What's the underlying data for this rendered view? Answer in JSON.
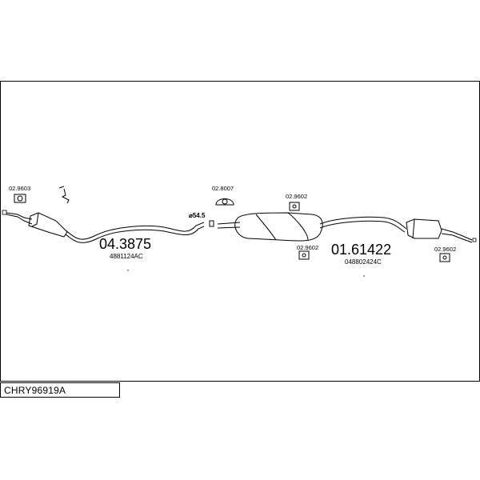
{
  "diagram": {
    "reference": "CHRY96919A",
    "parts": {
      "gasket_code": "02.9603",
      "hanger_front_code": "02.8007",
      "hanger_mid_top_code": "02.9602",
      "hanger_mid_bottom_code": "02.9602",
      "hanger_rear_code": "02.9602",
      "front_pipe_code": "04.3875",
      "front_pipe_oem": "4881124AC",
      "rear_section_code": "01.61422",
      "rear_section_oem": "048802424C",
      "pipe_diameter": "⌀54.5"
    }
  }
}
